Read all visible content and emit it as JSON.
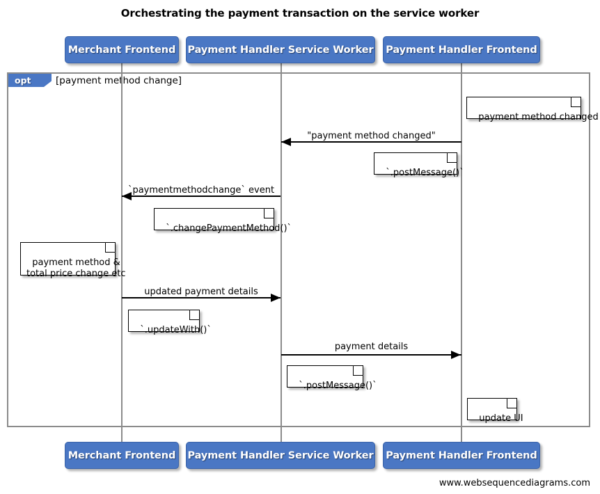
{
  "diagram": {
    "title": "Orchestrating the payment transaction on the service worker",
    "watermark": "www.websequencediagrams.com",
    "colors": {
      "actor_fill": "#4a77c4",
      "actor_border": "#3b63a8",
      "frame_border": "#8b8b8b",
      "lifeline": "#8b8b8b",
      "arrow": "#000000",
      "note_fill": "#ffffff",
      "background": "#ffffff"
    },
    "participants": [
      {
        "id": "merchant-frontend",
        "label": "Merchant Frontend"
      },
      {
        "id": "payment-handler-service-worker",
        "label": "Payment Handler Service Worker"
      },
      {
        "id": "payment-handler-frontend",
        "label": "Payment Handler Frontend"
      }
    ],
    "fragment": {
      "type": "opt",
      "label": "opt",
      "guard": "[payment method change]"
    },
    "messages": [
      {
        "id": "msg-payment-method-changed",
        "label": "\"payment method changed\"",
        "from": "payment-handler-frontend",
        "to": "payment-handler-service-worker",
        "direction": "left"
      },
      {
        "id": "msg-paymentmethodchange-event",
        "label": "`paymentmethodchange` event",
        "from": "payment-handler-service-worker",
        "to": "merchant-frontend",
        "direction": "left"
      },
      {
        "id": "msg-updated-payment-details",
        "label": "updated payment details",
        "from": "merchant-frontend",
        "to": "payment-handler-service-worker",
        "direction": "right"
      },
      {
        "id": "msg-payment-details",
        "label": "payment details",
        "from": "payment-handler-service-worker",
        "to": "payment-handler-frontend",
        "direction": "right"
      }
    ],
    "notes": [
      {
        "id": "note-payment-method-changed",
        "text": "payment method changed",
        "on": "payment-handler-frontend"
      },
      {
        "id": "note-post-message-1",
        "text": "`.postMessage()`",
        "on": "payment-handler-frontend"
      },
      {
        "id": "note-change-payment-method",
        "text": "`.changePaymentMethod()`",
        "on": "payment-handler-service-worker"
      },
      {
        "id": "note-payment-method-total-price",
        "text": "payment method &\ntotal price change etc",
        "on": "merchant-frontend"
      },
      {
        "id": "note-update-with",
        "text": "`.updateWith()`",
        "on": "merchant-frontend"
      },
      {
        "id": "note-post-message-2",
        "text": "`.postMessage()`",
        "on": "payment-handler-service-worker"
      },
      {
        "id": "note-update-ui",
        "text": "update UI",
        "on": "payment-handler-frontend"
      }
    ]
  }
}
